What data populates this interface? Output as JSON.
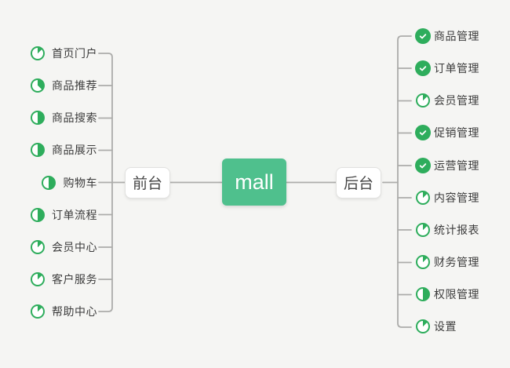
{
  "root": {
    "label": "mall"
  },
  "front": {
    "label": "前台",
    "items": [
      {
        "label": "首页门户",
        "progress": 0.125
      },
      {
        "label": "商品推荐",
        "progress": 0.375
      },
      {
        "label": "商品搜索",
        "progress": 0.5
      },
      {
        "label": "商品展示",
        "progress": 0.5
      },
      {
        "label": "购物车",
        "progress": 0.5
      },
      {
        "label": "订单流程",
        "progress": 0.5
      },
      {
        "label": "会员中心",
        "progress": 0.125
      },
      {
        "label": "客户服务",
        "progress": 0.125
      },
      {
        "label": "帮助中心",
        "progress": 0.125
      }
    ]
  },
  "back": {
    "label": "后台",
    "items": [
      {
        "label": "商品管理",
        "progress": "done"
      },
      {
        "label": "订单管理",
        "progress": "done"
      },
      {
        "label": "会员管理",
        "progress": 0.125
      },
      {
        "label": "促销管理",
        "progress": "done"
      },
      {
        "label": "运营管理",
        "progress": "done"
      },
      {
        "label": "内容管理",
        "progress": 0.125
      },
      {
        "label": "统计报表",
        "progress": 0.125
      },
      {
        "label": "财务管理",
        "progress": 0.125
      },
      {
        "label": "权限管理",
        "progress": 0.5
      },
      {
        "label": "设置",
        "progress": 0.125
      }
    ]
  },
  "colors": {
    "icon_green": "#2EAD5C",
    "mall_green": "#4FC08D",
    "connector_line": "#ACACAA",
    "background": "#F5F5F3",
    "topic_text": "#3C3C3C"
  }
}
